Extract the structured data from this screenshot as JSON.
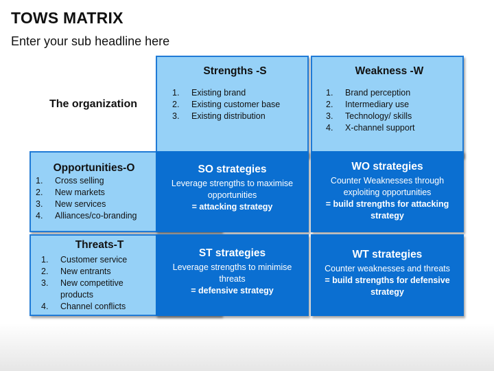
{
  "header": {
    "title": "TOWS MATRIX",
    "subtitle": "Enter your sub headline here"
  },
  "org_label": "The organization",
  "strengths": {
    "title": "Strengths -S",
    "items": [
      {
        "num": "1.",
        "text": "Existing brand"
      },
      {
        "num": "2.",
        "text": "Existing customer base"
      },
      {
        "num": "3.",
        "text": "Existing distribution"
      }
    ]
  },
  "weakness": {
    "title": "Weakness -W",
    "items": [
      {
        "num": "1.",
        "text": "Brand perception"
      },
      {
        "num": "2.",
        "text": "Intermediary use"
      },
      {
        "num": "3.",
        "text": "Technology/ skills"
      },
      {
        "num": "4.",
        "text": "X-channel support"
      }
    ]
  },
  "opportunities": {
    "title": "Opportunities-O",
    "items": [
      {
        "num": "1.",
        "text": "Cross selling"
      },
      {
        "num": "2.",
        "text": "New markets"
      },
      {
        "num": "3.",
        "text": "New services"
      },
      {
        "num": "4.",
        "text": "Alliances/co-branding"
      }
    ]
  },
  "threats": {
    "title": "Threats-T",
    "items": [
      {
        "num": "1.",
        "text": "Customer service"
      },
      {
        "num": "2.",
        "text": "New entrants"
      },
      {
        "num": "3.",
        "text": "New competitive products"
      },
      {
        "num": "4.",
        "text": "Channel conflicts"
      }
    ]
  },
  "so": {
    "title": "SO strategies",
    "desc": "Leverage strengths to maximise opportunities",
    "tag": "= attacking strategy"
  },
  "wo": {
    "title": "WO strategies",
    "desc": "Counter Weaknesses through exploiting opportunities",
    "tag": "= build strengths for attacking strategy"
  },
  "st": {
    "title": "ST strategies",
    "desc": "Leverage strengths to minimise threats",
    "tag": "= defensive strategy"
  },
  "wt": {
    "title": "WT strategies",
    "desc": "Counter weaknesses and threats",
    "tag": "= build strengths for defensive strategy"
  },
  "colors": {
    "light_fill": "#96d1f7",
    "light_border": "#1f7ad6",
    "dark_fill": "#0b6fd1"
  }
}
